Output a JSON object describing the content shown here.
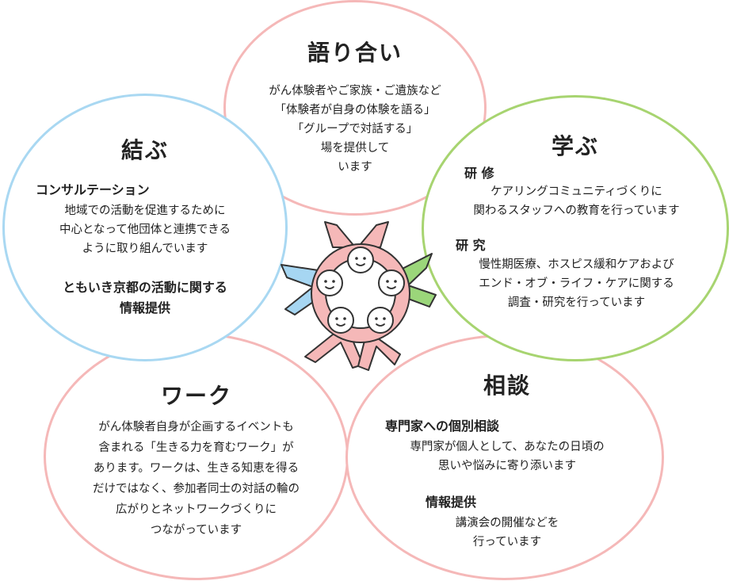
{
  "colors": {
    "pink": "#f5b8b8",
    "blue": "#a9d8f2",
    "green": "#a7d470",
    "figure_blue": "#a6d6f2",
    "figure_green": "#9bd67a",
    "figure_pink": "#f5b8b8",
    "outline": "#333333"
  },
  "katariai": {
    "title": "語り合い",
    "lines": [
      "がん体験者やご家族・ご遺族など",
      "「体験者が自身の体験を語る」",
      "「グループで対話する」",
      "場を提供して",
      "います"
    ]
  },
  "musubu": {
    "title": "結ぶ",
    "heading1": "コンサルテーション",
    "lines1": [
      "地域での活動を促進するために",
      "中心となって他団体と連携できる",
      "ように取り組んでいます"
    ],
    "heading2_lines": [
      "ともいき京都の活動に関する",
      "情報提供"
    ]
  },
  "manabu": {
    "title": "学ぶ",
    "heading1": "研 修",
    "lines1": [
      "ケアリングコミュニティづくりに",
      "関わるスタッフへの教育を行っています"
    ],
    "heading2": "研 究",
    "lines2": [
      "慢性期医療、ホスピス緩和ケアおよび",
      "エンド・オブ・ライフ・ケアに関する",
      "調査・研究を行っています"
    ]
  },
  "work": {
    "title": "ワーク",
    "lines": [
      "がん体験者自身が企画するイベントも",
      "含まれる「生きる力を育むワーク」が",
      "あります。ワークは、生きる知恵を得る",
      "だけではなく、参加者同士の対話の輪の",
      "広がりとネットワークづくりに",
      "つながっています"
    ]
  },
  "soudan": {
    "title": "相談",
    "heading1": "専門家への個別相談",
    "lines1": [
      "専門家が個人として、あなたの日頃の",
      "思いや悩みに寄り添います"
    ],
    "heading2": "情報提供",
    "lines2": [
      "講演会の開催などを",
      "行っています"
    ]
  },
  "icons": {
    "center": "people-circle-holding-hands-icon"
  }
}
